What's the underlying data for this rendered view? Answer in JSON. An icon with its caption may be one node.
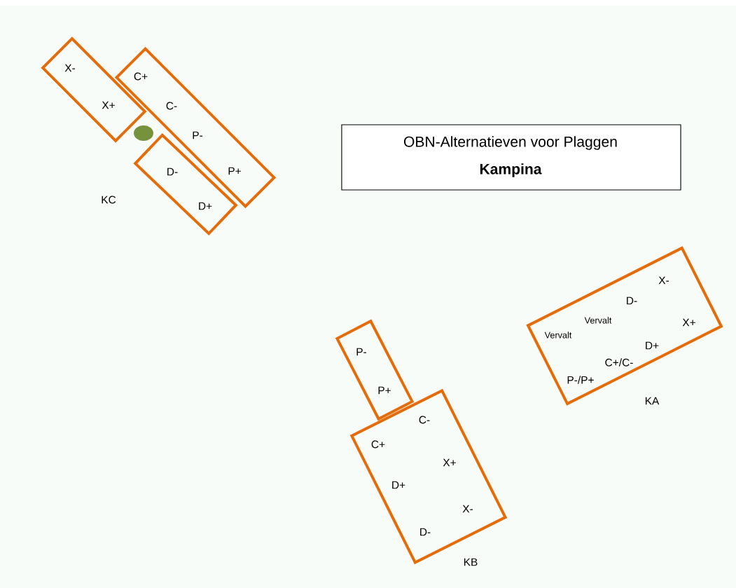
{
  "diagram": {
    "nodes": [
      {
        "text": [
          "X-",
          "X+"
        ]
      },
      {
        "text": [
          "C+",
          "C-",
          "P-",
          "P+"
        ]
      },
      {
        "text": [
          "OBN-Alternatieven voor Plaggen",
          "Kampina"
        ]
      },
      {
        "text": [
          "D-",
          "D+"
        ]
      },
      {
        "text": [
          "X-",
          "D-",
          "Vervalt",
          "X+",
          "Vervalt",
          "D+",
          "C+/C-",
          "P-/P+"
        ]
      },
      {
        "text": [
          "P-",
          "P+"
        ]
      },
      {
        "text": [
          "C-",
          "C+",
          "X+",
          "D+",
          "X-",
          "D-"
        ]
      }
    ],
    "edges": [],
    "labels": [
      "KC",
      "KA",
      "KB"
    ]
  }
}
